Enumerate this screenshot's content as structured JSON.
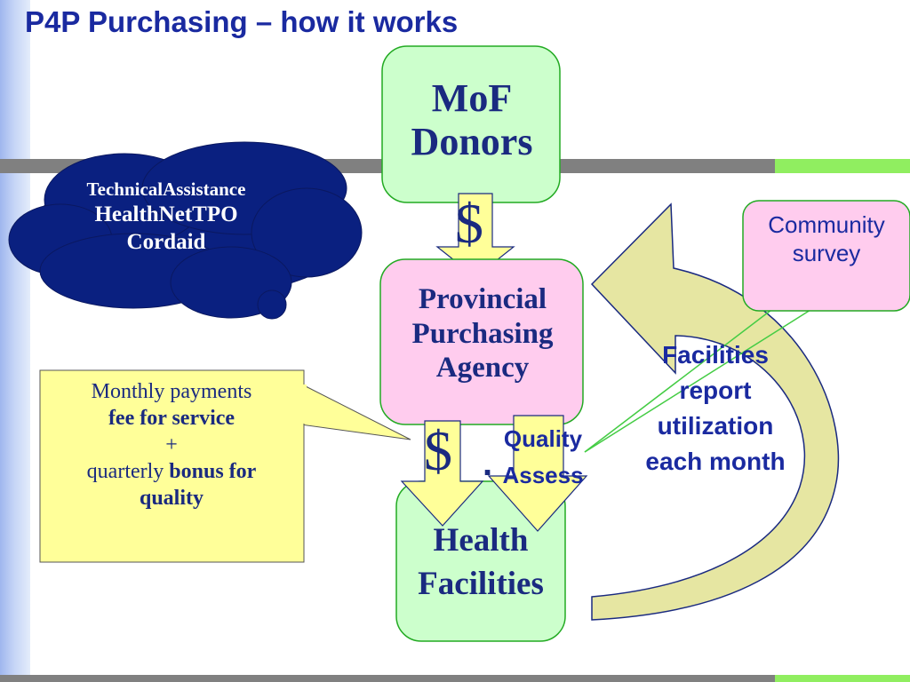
{
  "slide": {
    "title": "P4P Purchasing – how it works"
  },
  "boxes": {
    "mof_donors": {
      "line1": "MoF",
      "line2": "Donors"
    },
    "provincial_purchasing_agency": {
      "line1": "Provincial",
      "line2": "Purchasing",
      "line3": "Agency"
    },
    "health_facilities": {
      "line1": "Health",
      "line2": "Facilities"
    }
  },
  "cloud": {
    "line1": "TechnicalAssistance",
    "line2": "HealthNetTPO",
    "line3": "Cordaid"
  },
  "payment_callout": {
    "line1": "Monthly payments",
    "line2": "fee for service",
    "line3": "+",
    "line4_plain": "quarterly",
    "line4_bold": "bonus for",
    "line5": "quality"
  },
  "community_callout": {
    "line1": "Community",
    "line2": "survey"
  },
  "report_label": {
    "line1": "Facilities",
    "line2": "report",
    "line3": "utilization",
    "line4": "each month"
  },
  "quality_label": {
    "line1": "Quality",
    "line2": "Assess"
  },
  "symbols": {
    "dollar_top": "$",
    "dollar_bottom": "$",
    "dot": "."
  },
  "colors": {
    "title_blue": "#1a2aa0",
    "text_navy": "#1a2a80",
    "light_green_box": "#ccffcc",
    "pink_box": "#ffccee",
    "yellow_callout": "#ffff99",
    "arrow_yellow": "#ffff99",
    "curved_arrow_fill": "#e6e6a2",
    "cloud_navy": "#0a2080",
    "gray_bar": "#808080",
    "green_bar": "#90ee60"
  }
}
